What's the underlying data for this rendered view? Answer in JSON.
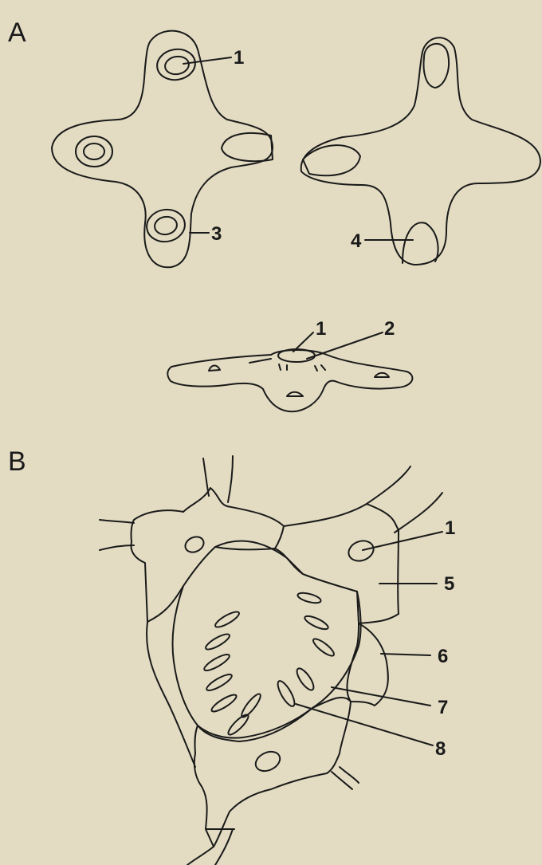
{
  "panels": {
    "a": "A",
    "b": "B"
  },
  "labels": {
    "l1_top": "1",
    "l3": "3",
    "l4": "4",
    "l1_mid": "1",
    "l2": "2",
    "l1_b": "1",
    "l5": "5",
    "l6": "6",
    "l7": "7",
    "l8": "8"
  }
}
